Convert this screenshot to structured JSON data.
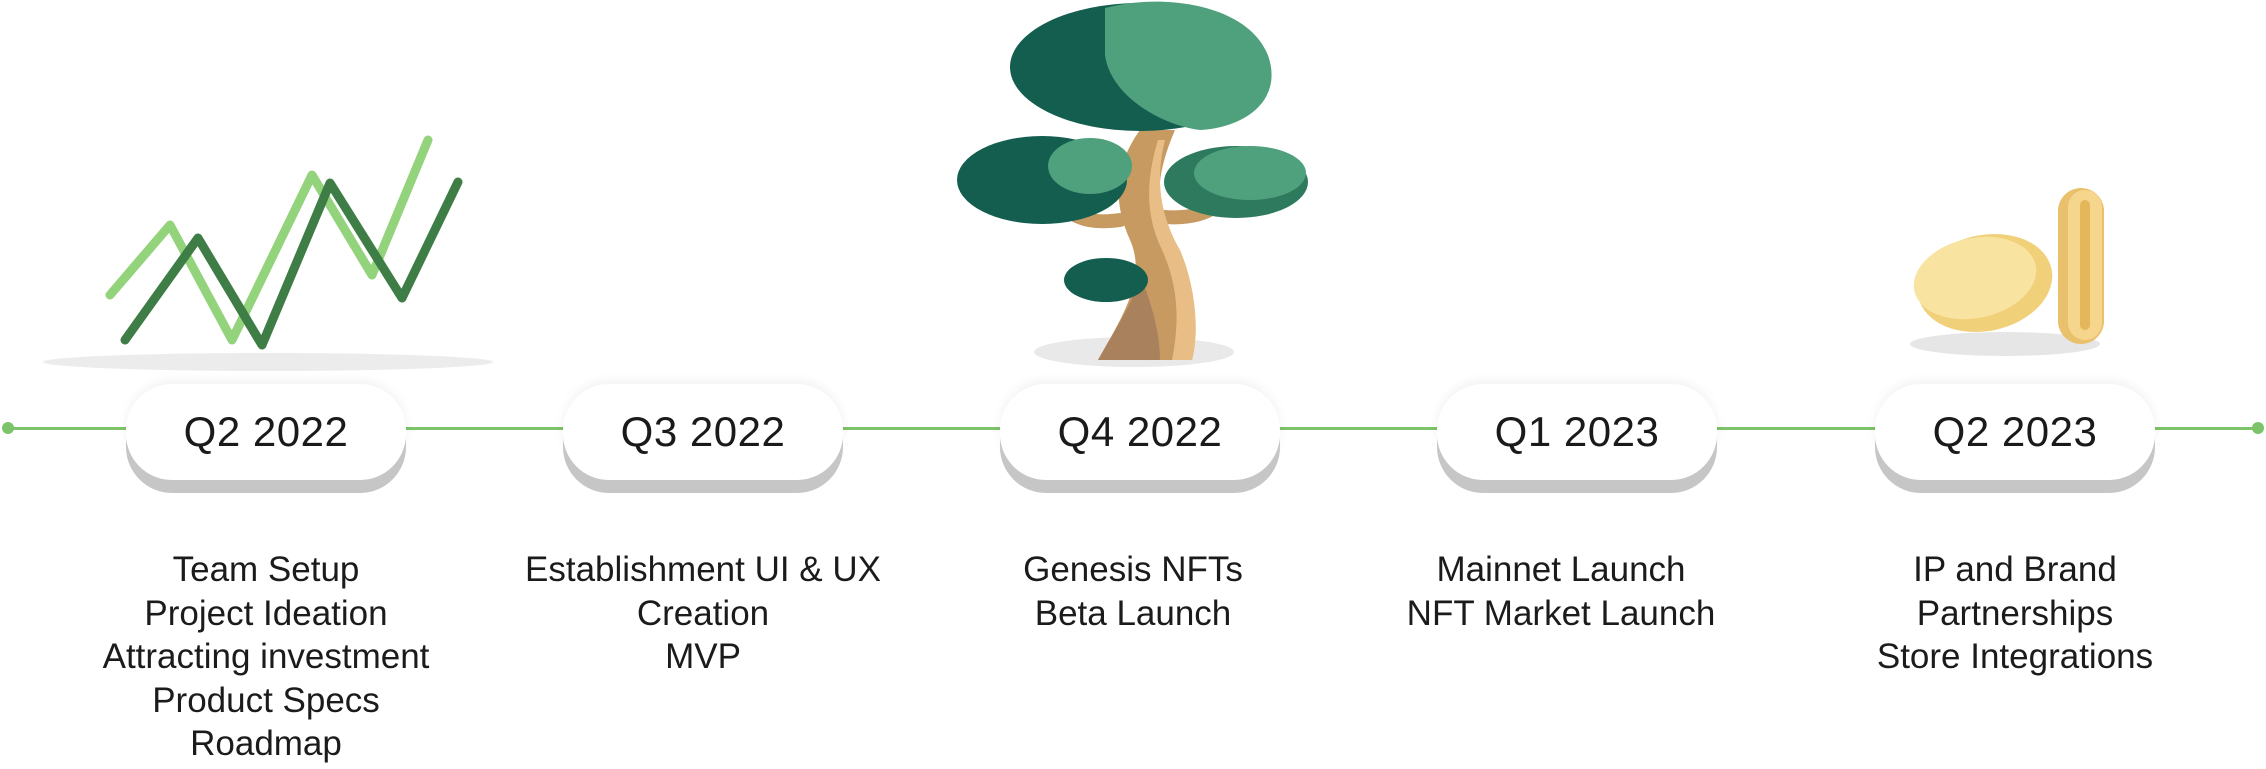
{
  "colors": {
    "timeline": "#7cc36a",
    "line_dark": "#3e7d45",
    "line_light": "#93d37c",
    "tree_dark": "#135e4e",
    "tree_light": "#4fa07c",
    "trunk": "#c79a62",
    "coin": "#f3d88a"
  },
  "illustrations": {
    "q2_2022": "trend-lines-icon",
    "q4_2022": "tree-icon",
    "q2_2023": "coins-icon"
  },
  "milestones": [
    {
      "label": "Q2 2022",
      "items": [
        "Team Setup",
        "Project Ideation",
        "Attracting investment",
        "Product Specs",
        "Roadmap"
      ]
    },
    {
      "label": "Q3 2022",
      "items": [
        "Establishment UI & UX",
        "Creation",
        "MVP"
      ]
    },
    {
      "label": "Q4 2022",
      "items": [
        "Genesis NFTs",
        "Beta Launch"
      ]
    },
    {
      "label": "Q1 2023",
      "items": [
        "Mainnet Launch",
        "NFT Market Launch"
      ]
    },
    {
      "label": "Q2 2023",
      "items": [
        "IP and Brand",
        "Partnerships",
        "Store Integrations"
      ]
    }
  ]
}
